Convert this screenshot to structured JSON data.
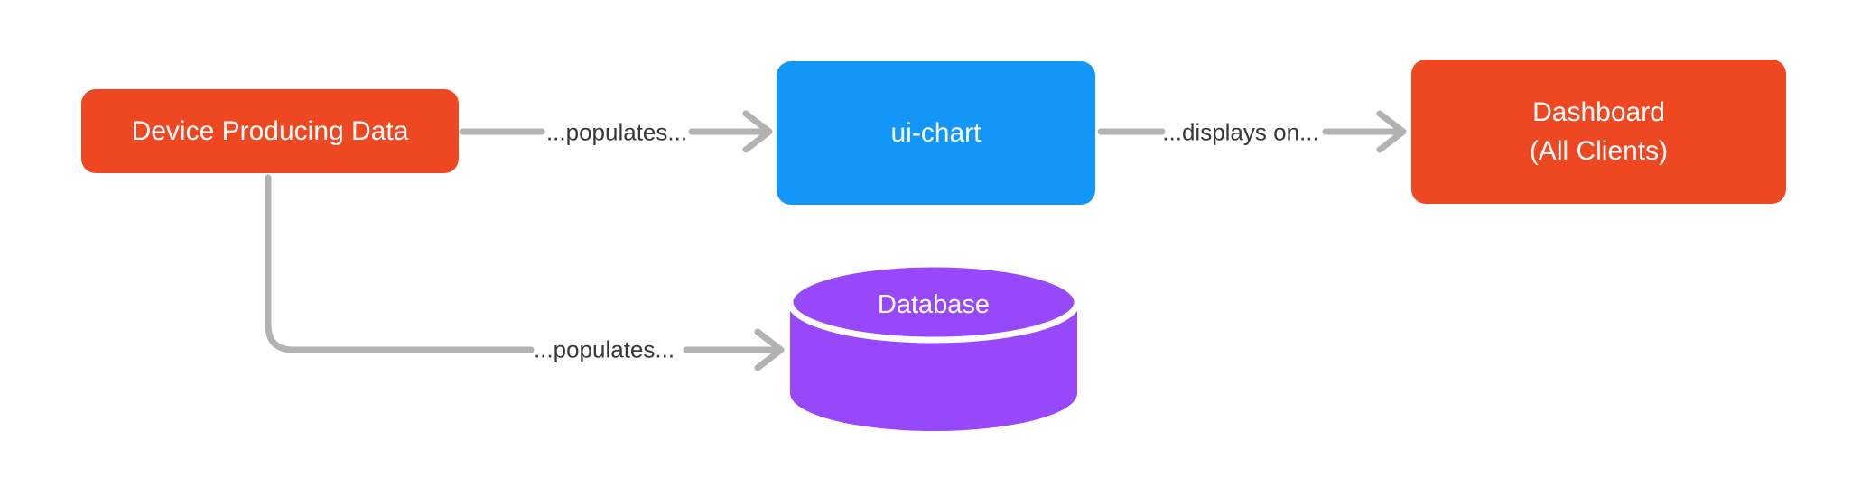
{
  "diagram": {
    "background_color": "#FFFFFF",
    "nodes": {
      "device": {
        "label": "Device Producing Data",
        "shape": "rounded-rectangle",
        "fill": "#EE4823",
        "text_color": "#FFFFFF"
      },
      "ui_chart": {
        "label": "ui-chart",
        "shape": "rounded-rectangle",
        "fill": "#1297F9",
        "text_color": "#FFFFFF"
      },
      "dashboard": {
        "label_line1": "Dashboard",
        "label_line2": "(All Clients)",
        "shape": "rounded-rectangle",
        "fill": "#EE4823",
        "text_color": "#FFFFFF"
      },
      "database": {
        "label": "Database",
        "shape": "cylinder",
        "fill": "#9648FA",
        "text_color": "#FFFFFF"
      }
    },
    "edges": [
      {
        "from": "device",
        "to": "ui_chart",
        "label": "...populates..."
      },
      {
        "from": "ui_chart",
        "to": "dashboard",
        "label": "...displays on..."
      },
      {
        "from": "device",
        "to": "database",
        "label": "...populates..."
      }
    ],
    "edge_style": {
      "line_color": "#B2B2B2",
      "label_text_color": "#38383A",
      "arrowhead": "open-chevron"
    }
  }
}
